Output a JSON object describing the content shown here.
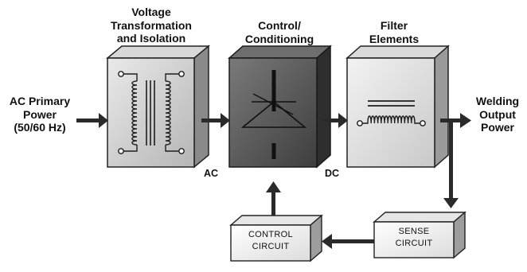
{
  "labels": {
    "voltage": [
      "Voltage",
      "Transformation",
      "and Isolation"
    ],
    "control": [
      "Control/",
      "Conditioning"
    ],
    "filter": [
      "Filter",
      "Elements"
    ],
    "input": [
      "AC Primary",
      "Power",
      "(50/60 Hz)"
    ],
    "output": [
      "Welding",
      "Output",
      "Power"
    ],
    "ac": "AC",
    "dc": "DC"
  },
  "boxes": {
    "control_circuit": [
      "CONTROL",
      "CIRCUIT"
    ],
    "sense_circuit": [
      "SENSE",
      "CIRCUIT"
    ]
  },
  "colors": {
    "transformer_face": "#cfcfcf",
    "control_face": "#5a5a5a",
    "filter_face": "#e2e2e2",
    "box_face": "#f2f2f2",
    "arrow": "#2a2a2a"
  }
}
